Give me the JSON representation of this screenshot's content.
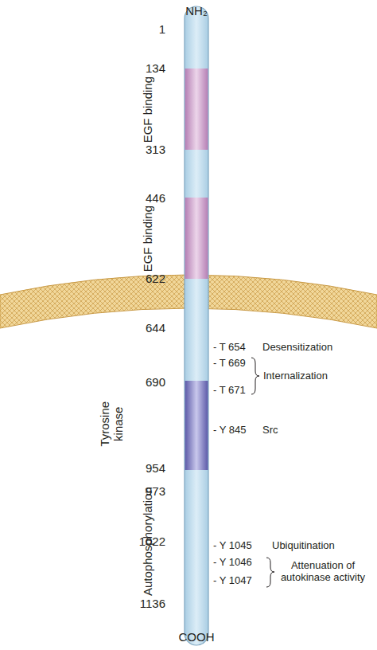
{
  "diagram": {
    "labels": [
      "NH₂",
      "1",
      "134",
      "313",
      "446",
      "622",
      "644",
      "690",
      "954",
      "973",
      "1022",
      "1136",
      "COOH",
      "EGF binding",
      "EGF binding",
      "Tyrosine kinase",
      "Autophosphorylation",
      "- T 654",
      "Desensitization",
      "- T 669",
      "- T 671",
      "Internalization",
      "- Y 845",
      "Src",
      "- Y 1045",
      "Ubiquitination",
      "- Y 1046",
      "- Y 1047",
      "Attenuation of autokinase activity"
    ]
  }
}
